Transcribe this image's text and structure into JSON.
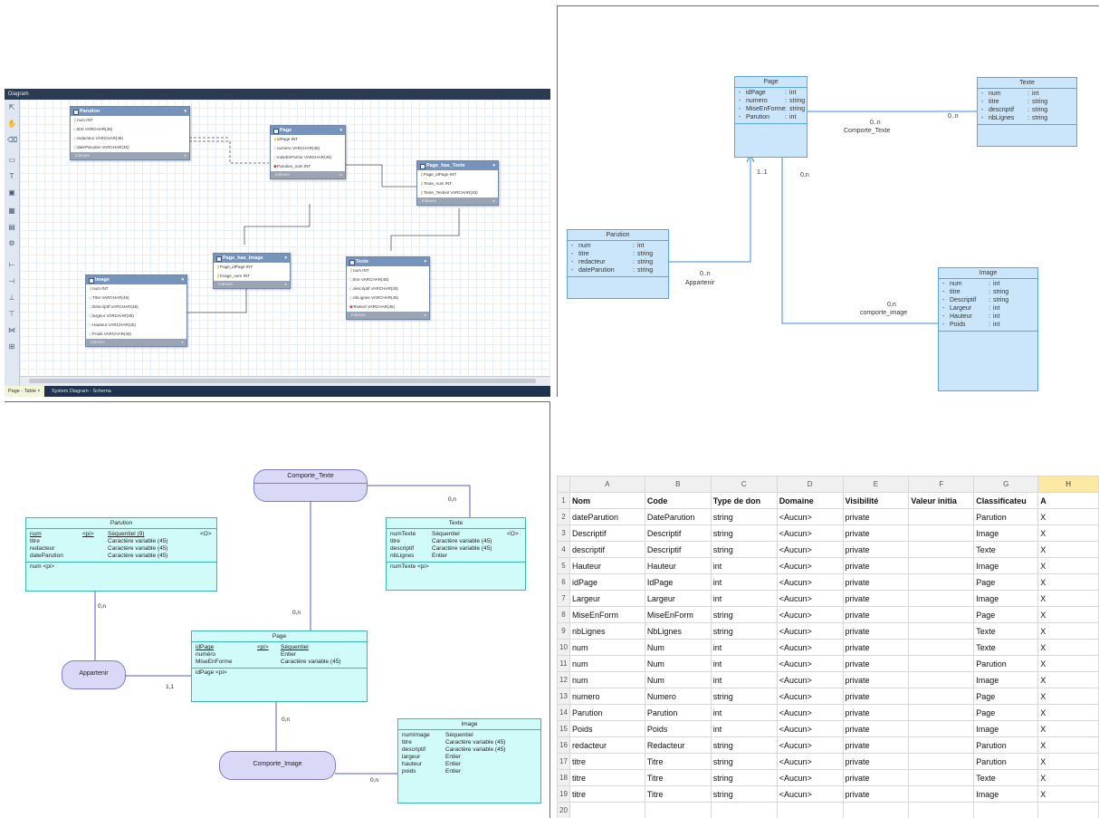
{
  "designer": {
    "window_title": "Diagram",
    "tabs": [
      {
        "label": "Page - Table ×"
      },
      {
        "label": "System Diagram - Schema"
      }
    ],
    "tables": [
      {
        "name": "Parution",
        "columns": [
          "num INT",
          "titre VARCHAR(45)",
          "redacteur VARCHAR(45)",
          "dateParution VARCHAR(45)"
        ],
        "footer": "Indexes"
      },
      {
        "name": "Page",
        "columns": [
          "idPage INT",
          "numero VARCHAR(45)",
          "miseEnForme VARCHAR(45)",
          "Parution_num INT"
        ],
        "footer": "Indexes"
      },
      {
        "name": "Page_has_Texte",
        "columns": [
          "Page_idPage INT",
          "Texte_num INT",
          "Texte_Texteol VARCHAR(45)"
        ],
        "footer": "Indexes"
      },
      {
        "name": "Page_has_Image",
        "columns": [
          "Page_idPage INT",
          "Image_num INT"
        ],
        "footer": "Indexes"
      },
      {
        "name": "Texte",
        "columns": [
          "num INT",
          "titre VARCHAR(45)",
          "descriptif VARCHAR(45)",
          "nbLignes VARCHAR(45)",
          "Texteol VARCHAR(45)"
        ],
        "footer": "Indexes"
      },
      {
        "name": "Image",
        "columns": [
          "num INT",
          "Titre VARCHAR(45)",
          "Descriptif VARCHAR(45)",
          "largeur VARCHAR(45)",
          "Hauteur VARCHAR(45)",
          "Poids VARCHAR(45)"
        ],
        "footer": "Indexes"
      }
    ]
  },
  "uml": {
    "classes": [
      {
        "name": "Page",
        "attrs": [
          [
            "idPage",
            "int"
          ],
          [
            "numero",
            "string"
          ],
          [
            "MiseEnForme",
            "string"
          ],
          [
            "Parution",
            "int"
          ]
        ]
      },
      {
        "name": "Texte",
        "attrs": [
          [
            "num",
            "int"
          ],
          [
            "titre",
            "string"
          ],
          [
            "descriptif",
            "string"
          ],
          [
            "nbLignes",
            "string"
          ]
        ]
      },
      {
        "name": "Parution",
        "attrs": [
          [
            "num",
            "int"
          ],
          [
            "titre",
            "string"
          ],
          [
            "redacteur",
            "string"
          ],
          [
            "dateParution",
            "string"
          ]
        ]
      },
      {
        "name": "Image",
        "attrs": [
          [
            "num",
            "int"
          ],
          [
            "titre",
            "string"
          ],
          [
            "Descriptif",
            "string"
          ],
          [
            "Largeur",
            "int"
          ],
          [
            "Hauteur",
            "int"
          ],
          [
            "Poids",
            "int"
          ]
        ]
      }
    ],
    "labels": {
      "comporte_texte_card1": "0..n",
      "comporte_texte_card2": "0..n",
      "comporte_texte_name": "Comporte_Texte",
      "appartenir_card_page": "1..1",
      "appartenir_card": "0..n",
      "appartenir_name": "Appartenir",
      "image_card_page": "0,n",
      "image_card": "0,n",
      "image_name": "comporte_image"
    }
  },
  "mcd": {
    "entities": {
      "parution": {
        "name": "Parution",
        "rows": [
          [
            "num",
            "<pi>",
            "Séquentiel (9)",
            "<O>"
          ],
          [
            "titre",
            "",
            "Caractère variable (45)",
            ""
          ],
          [
            "redacteur",
            "",
            "Caractère variable (45)",
            ""
          ],
          [
            "dateParution",
            "",
            "Caractère variable (45)",
            ""
          ]
        ],
        "id": "num   <pi>"
      },
      "texte": {
        "name": "Texte",
        "rows": [
          [
            "numTexte",
            "Séquentiel",
            "<O>"
          ],
          [
            "titre",
            "Caractère variable (45)",
            ""
          ],
          [
            "descriptif",
            "Caractère variable (45)",
            ""
          ],
          [
            "nbLignes",
            "Entier",
            ""
          ]
        ],
        "id": "numTexte   <pi>"
      },
      "page": {
        "name": "Page",
        "rows": [
          [
            "idPage",
            "<pi>",
            "Séquentiel"
          ],
          [
            "numéro",
            "",
            "Entier"
          ],
          [
            "MiseEnForme",
            "",
            "Caractère variable (45)"
          ]
        ],
        "id": "idPage   <pi>"
      },
      "image": {
        "name": "Image",
        "rows": [
          [
            "numImage",
            "Séquentiel"
          ],
          [
            "titre",
            "Caractère variable (45)"
          ],
          [
            "descriptif",
            "Caractère variable (45)"
          ],
          [
            "largeur",
            "Entier"
          ],
          [
            "hauteur",
            "Entier"
          ],
          [
            "poids",
            "Entier"
          ]
        ]
      }
    },
    "associations": {
      "comporte_texte": "Comporte_Texte",
      "appartenir": "Appartenir",
      "comporte_image": "Comporte_Image"
    },
    "cards": {
      "texte_top": "0,n",
      "page_texte": "0,n",
      "parution": "0,n",
      "page_app": "1,1",
      "page_img": "0,n",
      "image": "0,n"
    }
  },
  "sheet": {
    "col_headers": [
      "A",
      "B",
      "C",
      "D",
      "E",
      "F",
      "G",
      "H"
    ],
    "selected_col": "H",
    "rows": [
      [
        "Nom",
        "Code",
        "Type de don",
        "Domaine",
        "Visibilité",
        "Valeur initia",
        "Classificateu",
        "A"
      ],
      [
        "dateParution",
        "DateParution",
        "string",
        "<Aucun>",
        "private",
        "",
        "Parution",
        "X"
      ],
      [
        "Descriptif",
        "Descriptif",
        "string",
        "<Aucun>",
        "private",
        "",
        "Image",
        "X"
      ],
      [
        "descriptif",
        "Descriptif",
        "string",
        "<Aucun>",
        "private",
        "",
        "Texte",
        "X"
      ],
      [
        "Hauteur",
        "Hauteur",
        "int",
        "<Aucun>",
        "private",
        "",
        "Image",
        "X"
      ],
      [
        "idPage",
        "IdPage",
        "int",
        "<Aucun>",
        "private",
        "",
        "Page",
        "X"
      ],
      [
        "Largeur",
        "Largeur",
        "int",
        "<Aucun>",
        "private",
        "",
        "Image",
        "X"
      ],
      [
        "MiseEnForm",
        "MiseEnForm",
        "string",
        "<Aucun>",
        "private",
        "",
        "Page",
        "X"
      ],
      [
        "nbLignes",
        "NbLignes",
        "string",
        "<Aucun>",
        "private",
        "",
        "Texte",
        "X"
      ],
      [
        "num",
        "Num",
        "int",
        "<Aucun>",
        "private",
        "",
        "Texte",
        "X"
      ],
      [
        "num",
        "Num",
        "int",
        "<Aucun>",
        "private",
        "",
        "Parution",
        "X"
      ],
      [
        "num",
        "Num",
        "int",
        "<Aucun>",
        "private",
        "",
        "Image",
        "X"
      ],
      [
        "numero",
        "Numero",
        "string",
        "<Aucun>",
        "private",
        "",
        "Page",
        "X"
      ],
      [
        "Parution",
        "Parution",
        "int",
        "<Aucun>",
        "private",
        "",
        "Page",
        "X"
      ],
      [
        "Poids",
        "Poids",
        "int",
        "<Aucun>",
        "private",
        "",
        "Image",
        "X"
      ],
      [
        "redacteur",
        "Redacteur",
        "string",
        "<Aucun>",
        "private",
        "",
        "Parution",
        "X"
      ],
      [
        "titre",
        "Titre",
        "string",
        "<Aucun>",
        "private",
        "",
        "Parution",
        "X"
      ],
      [
        "titre",
        "Titre",
        "string",
        "<Aucun>",
        "private",
        "",
        "Texte",
        "X"
      ],
      [
        "titre",
        "Titre",
        "string",
        "<Aucun>",
        "private",
        "",
        "Image",
        "X"
      ],
      [
        "",
        "",
        "",
        "",
        "",
        "",
        "",
        ""
      ]
    ]
  }
}
